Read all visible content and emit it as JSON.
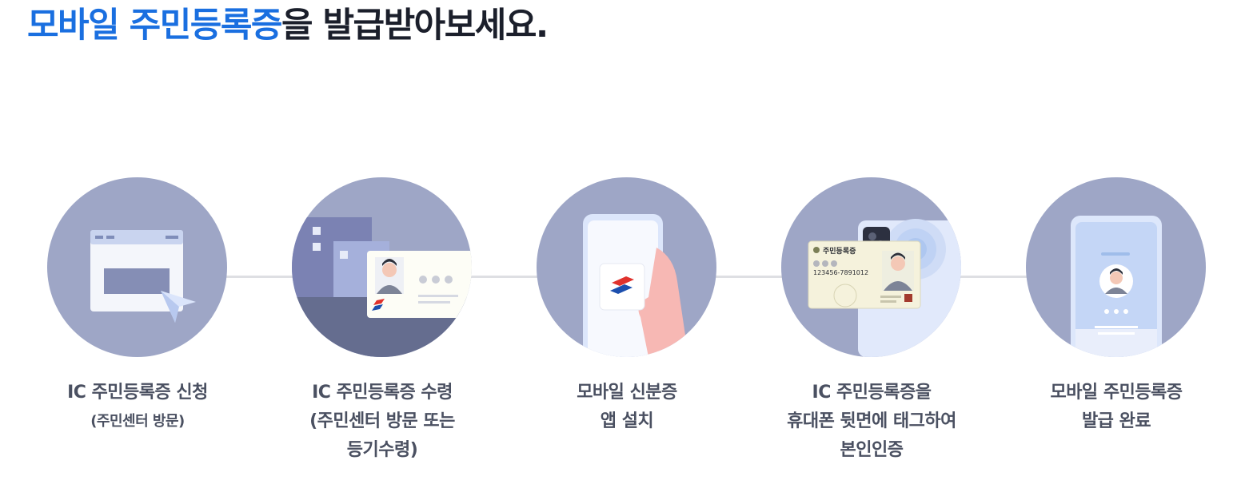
{
  "headline": {
    "highlight": "모바일 주민등록증",
    "rest": "을 발급받아보세요."
  },
  "colors": {
    "accent": "#1a6fe0",
    "circle": "#9ea6c6",
    "caption": "#4a5061"
  },
  "steps": [
    {
      "icon": "browser-cursor-icon",
      "lines": [
        "IC 주민등록증 신청"
      ],
      "sub": "(주민센터 방문)"
    },
    {
      "icon": "building-id-card-icon",
      "lines": [
        "IC 주민등록증 수령",
        "(주민센터 방문 또는",
        "등기수령)"
      ],
      "sub": ""
    },
    {
      "icon": "phone-app-icon",
      "lines": [
        "모바일 신분증",
        "앱 설치"
      ],
      "sub": ""
    },
    {
      "icon": "nfc-tag-id-card-icon",
      "lines": [
        "IC 주민등록증을",
        "휴대폰 뒷면에 태그하여",
        "본인인증"
      ],
      "sub": "",
      "card": {
        "title": "주민등록증",
        "number": "123456-7891012"
      }
    },
    {
      "icon": "phone-mobile-id-icon",
      "lines": [
        "모바일 주민등록증",
        "발급 완료"
      ],
      "sub": ""
    }
  ]
}
